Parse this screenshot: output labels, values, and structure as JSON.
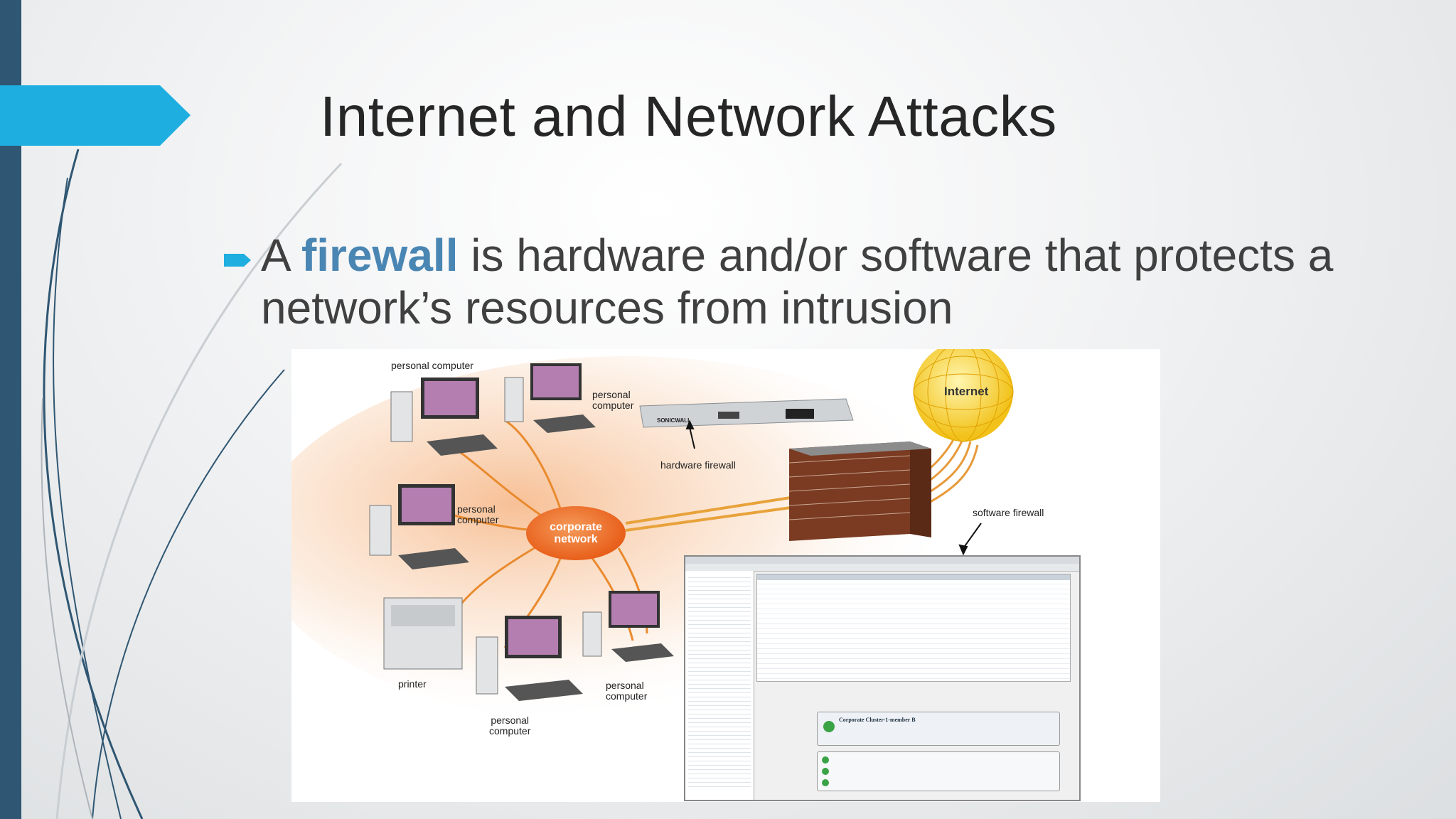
{
  "slide": {
    "title": "Internet and Network Attacks",
    "bullet": {
      "prefix": "A ",
      "highlight": "firewall",
      "suffix": " is hardware and/or software that protects a network’s resources from intrusion"
    }
  },
  "colors": {
    "accent": "#1eaee0",
    "left_bar": "#2f5672",
    "highlight": "#4a86b3",
    "network_node": "#e8601b"
  },
  "figure": {
    "labels": {
      "personal_computer_top": "personal computer",
      "personal_computer_a": "personal\ncomputer",
      "personal_computer_b": "personal\ncomputer",
      "personal_computer_c": "personal\ncomputer",
      "personal_computer_d": "personal\ncomputer",
      "printer": "printer",
      "corporate_network": "corporate\nnetwork",
      "hardware_firewall": "hardware firewall",
      "internet": "Internet",
      "software_firewall": "software firewall",
      "device_brand": "SONICWALL"
    },
    "software_screen": {
      "panel_title": "Corporate Cluster-1-member B"
    }
  }
}
